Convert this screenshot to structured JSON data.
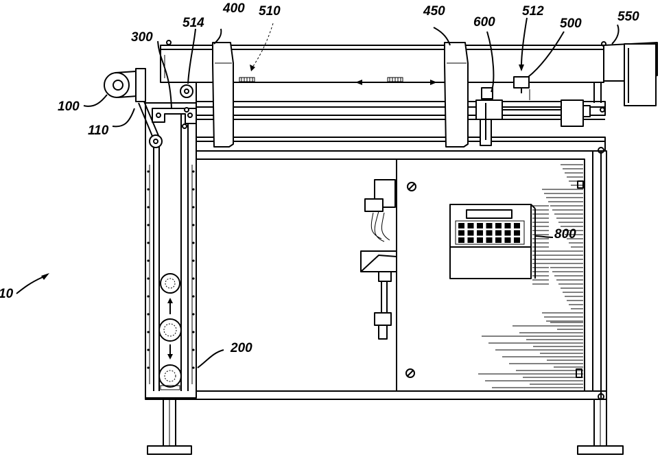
{
  "labels": {
    "l10": "10",
    "l100": "100",
    "l110": "110",
    "l200": "200",
    "l300": "300",
    "l400": "400",
    "l450": "450",
    "l500": "500",
    "l510": "510",
    "l512": "512",
    "l514": "514",
    "l550": "550",
    "l600": "600",
    "l800": "800"
  }
}
